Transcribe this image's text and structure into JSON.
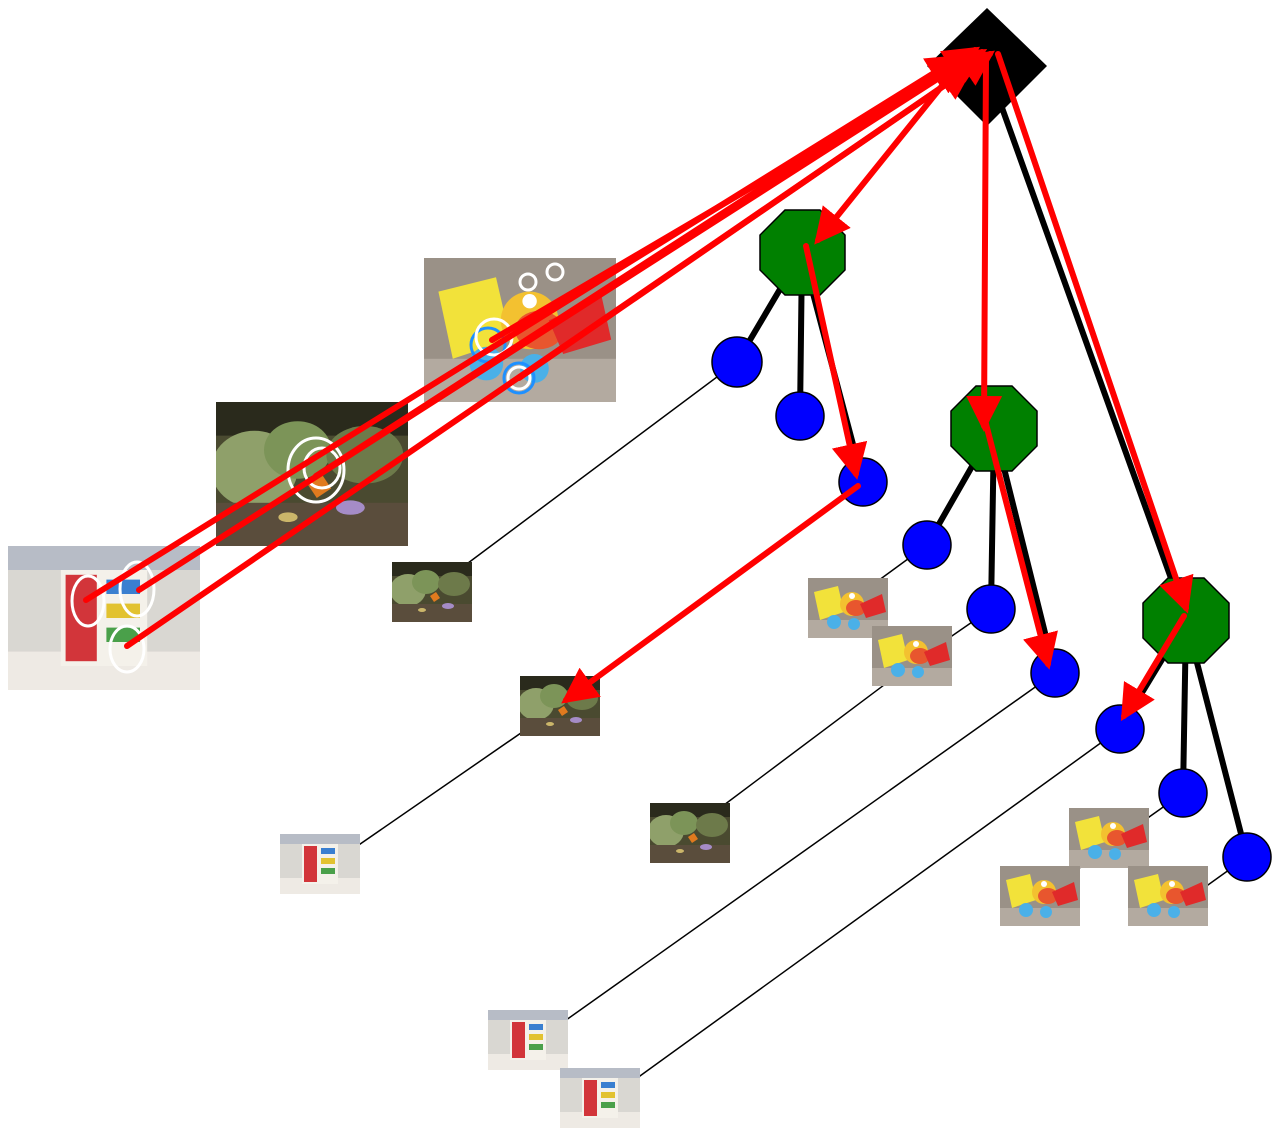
{
  "diagram": {
    "kind": "vocabulary-tree feature matching illustration",
    "colors": {
      "root": "#000000",
      "internal_node": "#008000",
      "leaf_node": "#0000ff",
      "query_path": "#ff0000",
      "tree_edge": "#000000",
      "feature_ellipse": "#ffffff",
      "feature_ellipse_alt": "#1e90ff"
    },
    "levels": [
      "root",
      "internal",
      "leaf"
    ],
    "branching_factor": 3,
    "query_images": [
      {
        "id": "q-box",
        "subject": "toy-box",
        "features": 3
      },
      {
        "id": "q-flower",
        "subject": "butterfly-on-plants",
        "features": 2
      },
      {
        "id": "q-duck",
        "subject": "toy-duck",
        "features": 5
      }
    ],
    "inverted_file_thumbnails": [
      {
        "subject": "butterfly-on-plants",
        "leaf": "A1"
      },
      {
        "subject": "butterfly-on-plants",
        "leaf": "A3"
      },
      {
        "subject": "toy-box",
        "leaf": "A3"
      },
      {
        "subject": "toy-duck",
        "leaf": "B1"
      },
      {
        "subject": "toy-duck",
        "leaf": "B2"
      },
      {
        "subject": "butterfly-on-plants",
        "leaf": "B2"
      },
      {
        "subject": "toy-box",
        "leaf": "B3"
      },
      {
        "subject": "toy-box",
        "leaf": "C1"
      },
      {
        "subject": "toy-duck",
        "leaf": "C2"
      },
      {
        "subject": "toy-duck",
        "leaf": "C3"
      },
      {
        "subject": "toy-duck",
        "leaf": "C3"
      }
    ]
  }
}
